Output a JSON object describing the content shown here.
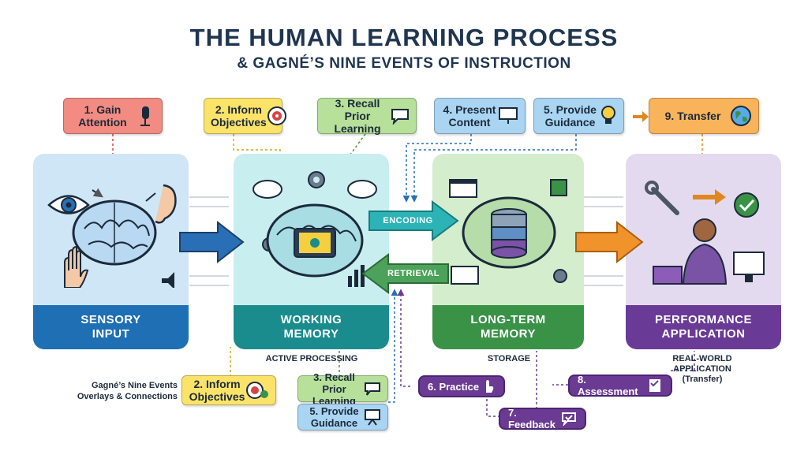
{
  "header": {
    "title": "THE HUMAN LEARNING PROCESS",
    "subtitle": "& GAGNÉ’S NINE EVENTS OF INSTRUCTION"
  },
  "stages": {
    "sensory": "SENSORY\nINPUT",
    "working": "WORKING\nMEMORY",
    "longterm": "LONG-TERM\nMEMORY",
    "performance": "PERFORMANCE\nAPPLICATION"
  },
  "arrows": {
    "encoding": "ENCODING",
    "retrieval": "RETRIEVAL"
  },
  "captions": {
    "active": "ACTIVE PROCESSING",
    "storage": "STORAGE",
    "realworld": "REAL-WORLD\nAPPLICATION\n(Transfer)",
    "overlay": "Gagné’s Nine Events\nOverlays & Connections"
  },
  "events_top": {
    "e1": "1. Gain\nAttention",
    "e2": "2. Inform\nObjectives",
    "e3": "3. Recall\nPrior Learning",
    "e4": "4. Present\nContent",
    "e5": "5. Provide\nGuidance",
    "e9": "9. Transfer"
  },
  "events_bottom": {
    "e2": "2. Inform\nObjectives",
    "e3": "3. Recall\nPrior Learning",
    "e5": "5. Provide\nGuidance",
    "e6": "6. Practice",
    "e7": "7. Feedback",
    "e8": "8. Assessment"
  },
  "colors": {
    "sensory": "#cfe6f7",
    "sensory_band": "#1f6fb4",
    "working": "#c9eef0",
    "working_band": "#1a8c8e",
    "longterm": "#d4edcd",
    "longterm_band": "#3a9247",
    "performance": "#e4daf0",
    "performance_band": "#6a3b96",
    "event1": "#f28b82",
    "event2": "#fbe36a",
    "event3": "#b7e09a",
    "event4": "#a9d4f2",
    "event9": "#f9b35a"
  }
}
